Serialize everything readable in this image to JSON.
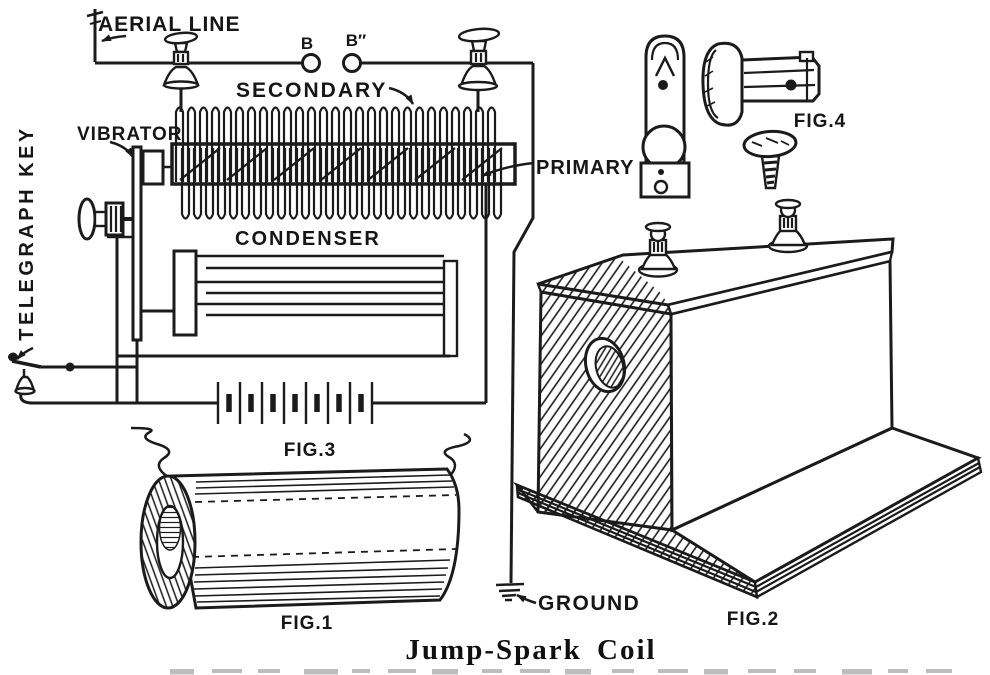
{
  "page": {
    "title": "Jump-Spark Coil",
    "ink_color": "#1b1b1b",
    "paper_color": "#ffffff"
  },
  "labels": {
    "aerial_line": "AERIAL LINE",
    "terminal_b": "B",
    "terminal_b_prime": "B″",
    "secondary": "SECONDARY",
    "vibrator": "VIBRATOR",
    "primary": "PRIMARY",
    "condenser": "CONDENSER",
    "telegraph_key": "TELEGRAPH KEY",
    "ground": "GROUND"
  },
  "figures": {
    "fig1": "FIG.1",
    "fig2": "FIG.2",
    "fig3": "FIG.3",
    "fig4": "FIG.4"
  }
}
